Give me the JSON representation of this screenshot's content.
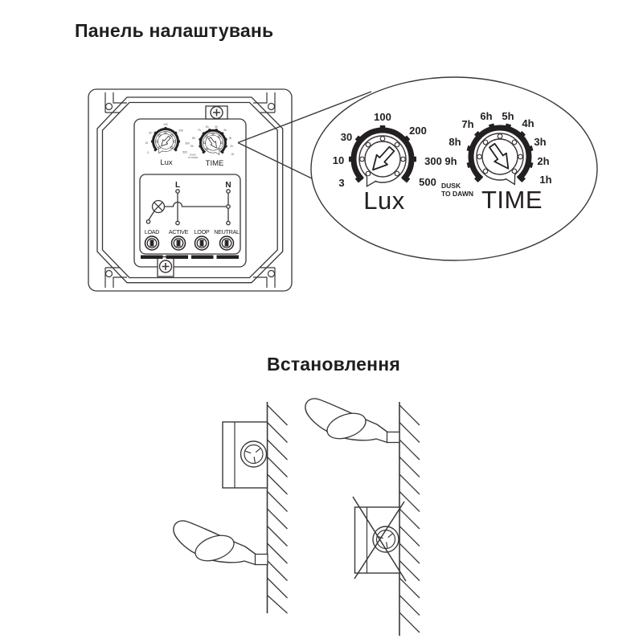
{
  "page": {
    "background": "#ffffff",
    "line_color": "#3b3738",
    "ink_color": "#242021",
    "settings_title": "Панель налаштувань",
    "installation_title": "Встановлення"
  },
  "panel": {
    "knobs": [
      {
        "name": "lux",
        "label": "Lux"
      },
      {
        "name": "time",
        "label": "TIME"
      }
    ],
    "wiring": {
      "live_label": "L",
      "neutral_label": "N",
      "terminals": [
        "LOAD",
        "ACTIVE",
        "LOOP",
        "NEUTRAL"
      ]
    }
  },
  "zoom_detail": {
    "lux_dial": {
      "label": "Lux",
      "scale": [
        "3",
        "10",
        "30",
        "100",
        "200",
        "300",
        "500"
      ]
    },
    "time_dial": {
      "label": "TIME",
      "scale": [
        "1h",
        "2h",
        "3h",
        "4h",
        "5h",
        "6h",
        "7h",
        "8h",
        "9h"
      ],
      "dusk_to_dawn": [
        "DUSK",
        "TO DAWN"
      ]
    }
  }
}
